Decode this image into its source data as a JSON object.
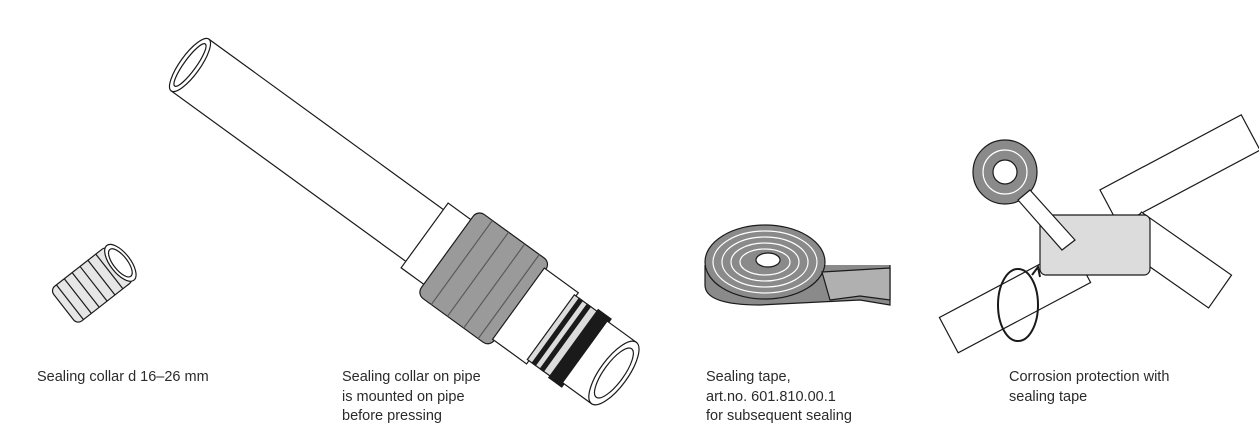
{
  "panels": [
    {
      "id": "collar",
      "caption": [
        "Sealing collar d 16–26 mm"
      ]
    },
    {
      "id": "collar-on-pipe",
      "caption": [
        "Sealing collar on pipe",
        "is mounted on pipe",
        "before pressing"
      ]
    },
    {
      "id": "tape",
      "caption": [
        "Sealing tape,",
        "art.no. 601.810.00.1",
        "for subsequent sealing"
      ]
    },
    {
      "id": "corrosion",
      "caption": [
        "Corrosion protection with",
        "sealing tape"
      ]
    }
  ],
  "colors": {
    "line": "#1a1a1a",
    "grey_dark": "#8a8a8a",
    "grey_mid": "#b5b5b5",
    "grey_light": "#d8d8d8",
    "fill": "#ffffff"
  },
  "icons": [
    "rotation-arrow-icon"
  ]
}
